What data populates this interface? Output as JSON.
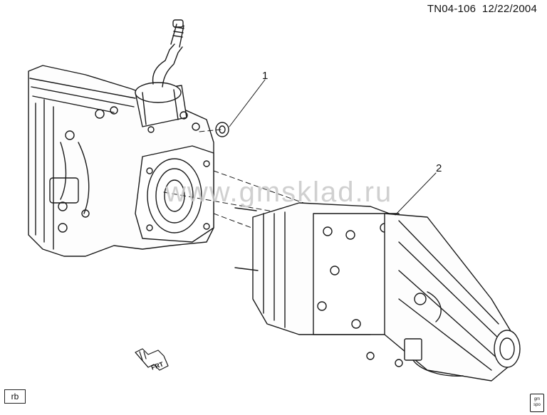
{
  "header": {
    "figure_id": "TN04-106",
    "date": "12/22/2004"
  },
  "callouts": [
    "1",
    "2"
  ],
  "watermark": "www.gmsklad.ru",
  "corner_tag": "rb",
  "direction_arrow": {
    "text": "FRT"
  },
  "logo": {
    "line1": "gm",
    "line2": "spo"
  }
}
